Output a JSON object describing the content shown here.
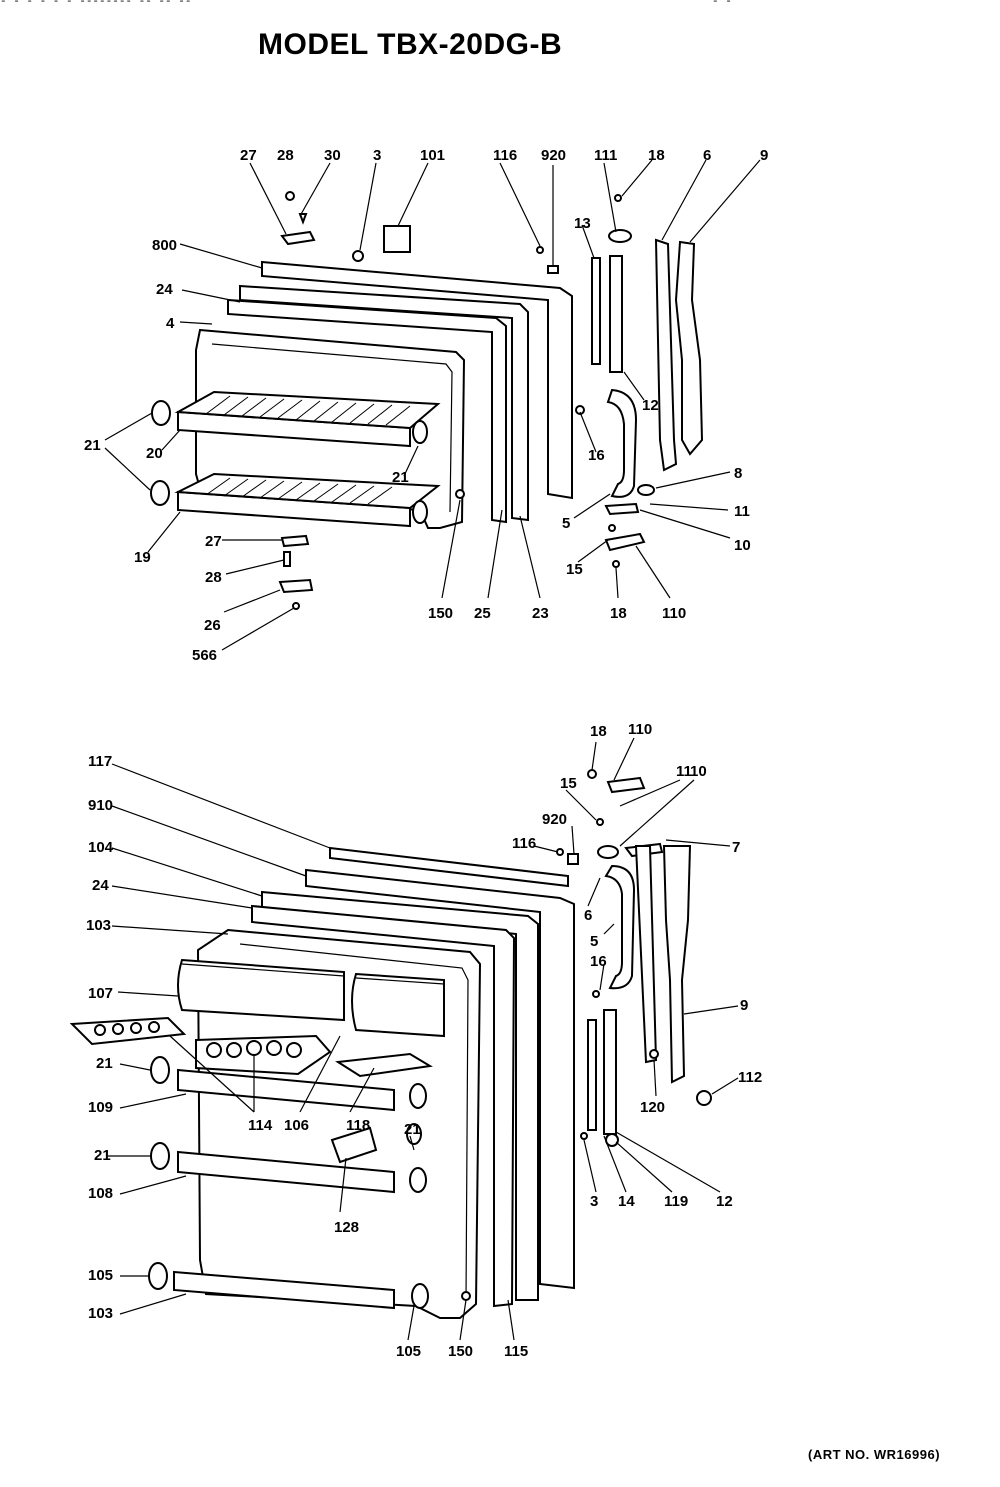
{
  "title": "MODEL TBX-20DG-B",
  "art_number": "(ART NO. WR16996)",
  "top_marks": [
    "- - - - -  -  --------  --  -- --",
    "-        -"
  ],
  "upper_door": {
    "labels": [
      "27",
      "28",
      "30",
      "3",
      "101",
      "116",
      "920",
      "111",
      "18",
      "6",
      "9",
      "800",
      "24",
      "4",
      "13",
      "12",
      "16",
      "21",
      "20",
      "21",
      "19",
      "27",
      "28",
      "26",
      "566",
      "150",
      "25",
      "23",
      "5",
      "8",
      "11",
      "10",
      "15",
      "18",
      "110"
    ]
  },
  "lower_door": {
    "labels": [
      "18",
      "110",
      "15",
      "11",
      "10",
      "117",
      "920",
      "116",
      "7",
      "910",
      "104",
      "24",
      "6",
      "103",
      "5",
      "16",
      "107",
      "9",
      "21",
      "112",
      "114",
      "106",
      "118",
      "120",
      "109",
      "21",
      "21",
      "3",
      "14",
      "119",
      "12",
      "108",
      "128",
      "105",
      "103",
      "105",
      "150",
      "115"
    ]
  }
}
